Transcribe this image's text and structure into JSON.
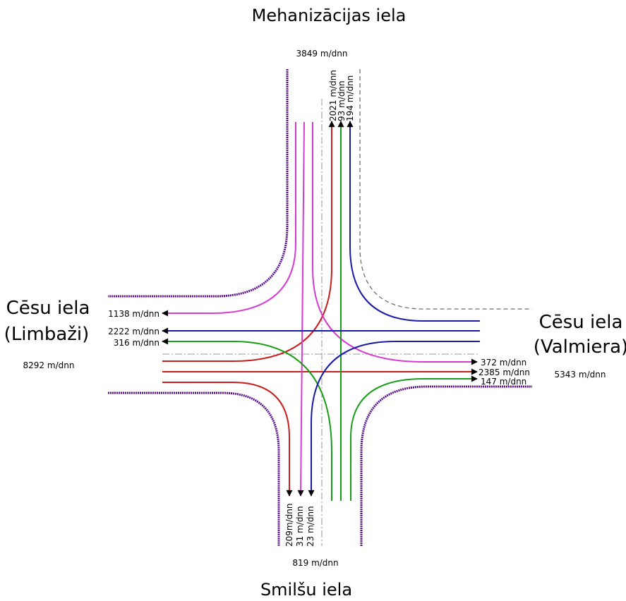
{
  "streets": {
    "north": "Mehanizācijas iela",
    "south": "Smilšu iela",
    "west_line1": "Cēsu iela",
    "west_line2": "(Limbaži)",
    "east_line1": "Cēsu iela",
    "east_line2": "(Valmiera)"
  },
  "totals": {
    "north": "3849 m/dnn",
    "south": "819 m/dnn",
    "west": "8292 m/dnn",
    "east": "5343 m/dnn"
  },
  "flows": {
    "north_exit": [
      "2021 m/dnn",
      "93 m/dnn",
      "194 m/dnn"
    ],
    "south_exit": [
      "209m/dnn",
      "31 m/dnn",
      "23 m/dnn"
    ],
    "west_exit": [
      "1138 m/dnn",
      "2222 m/dnn",
      "316 m/dnn"
    ],
    "east_exit": [
      "372 m/dnn",
      "2385 m/dnn",
      "147 m/dnn"
    ]
  },
  "colors": {
    "from_west": "#c81e1e",
    "from_north": "#d43cd4",
    "from_south": "#1a9e1a",
    "from_east": "#1a1aa8",
    "curb": "#5b0f8e",
    "centerline": "#9a9a9a",
    "dashed_curb": "#707070"
  }
}
